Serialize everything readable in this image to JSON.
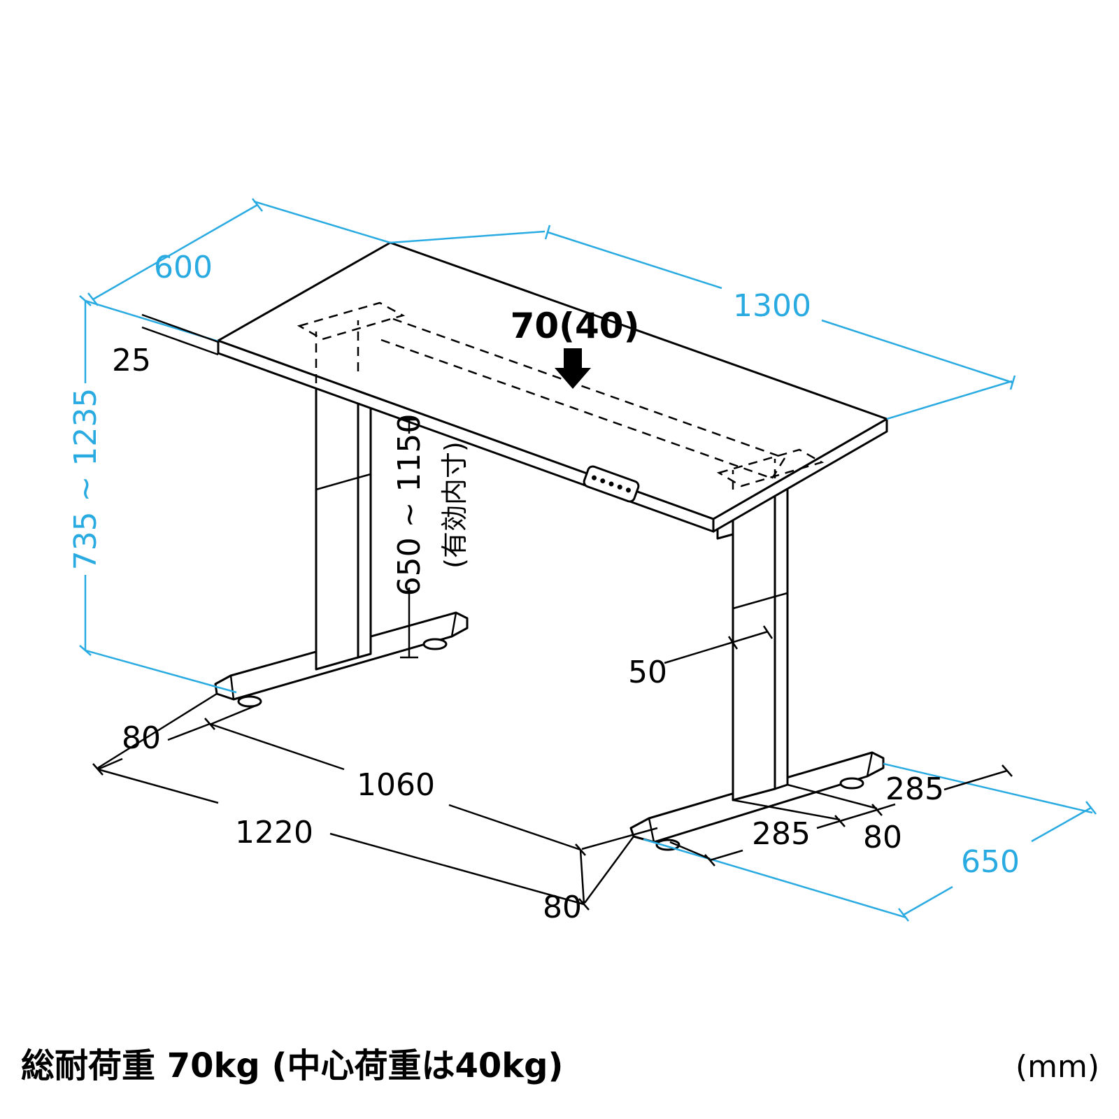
{
  "colors": {
    "dimension": "#29ABE2",
    "line": "#000000",
    "background": "#FFFFFF"
  },
  "dimensions": {
    "depth_top": "600",
    "width_top": "1300",
    "thickness_top": "25",
    "height_range": "735 ~ 1235",
    "load_capacity_top": "70(40)",
    "inner_height_range": "650 ~ 1150",
    "inner_height_note": "(有効内寸)",
    "column_depth": "50",
    "foot_front_offset_left": "80",
    "inner_span": "1060",
    "outer_span": "1220",
    "foot_front_offset_bottom": "80",
    "foot_section_front": "285",
    "foot_section_middle": "80",
    "foot_section_rear": "285",
    "foot_length": "650"
  },
  "footer": {
    "total_load_note": "総耐荷重 70kg (中心荷重は40kg)",
    "unit": "(mm)"
  }
}
